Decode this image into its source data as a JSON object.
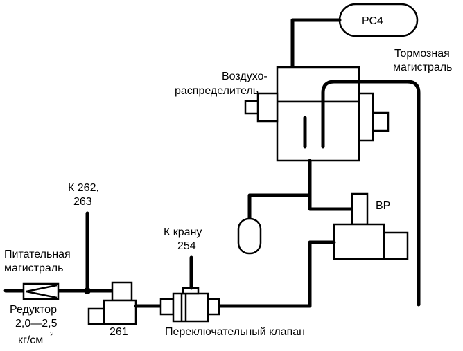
{
  "labels": {
    "rc4": "РС4",
    "brake_line_1": "Тормозная",
    "brake_line_2": "магистраль",
    "air_distributor_1": "Воздухо-",
    "air_distributor_2": "распределитель",
    "vr": "ВР",
    "k262_1": "К 262,",
    "k262_2": "263",
    "k_kranu_1": "К крану",
    "k_kranu_2": "254",
    "supply_line_1": "Питательная",
    "supply_line_2": "магистраль",
    "reducer_1": "Редуктор",
    "reducer_2": "2,0—2,5",
    "reducer_3": "кг/см",
    "reducer_sup": "2",
    "n261": "261",
    "switch_valve": "Переключательный клапан"
  }
}
